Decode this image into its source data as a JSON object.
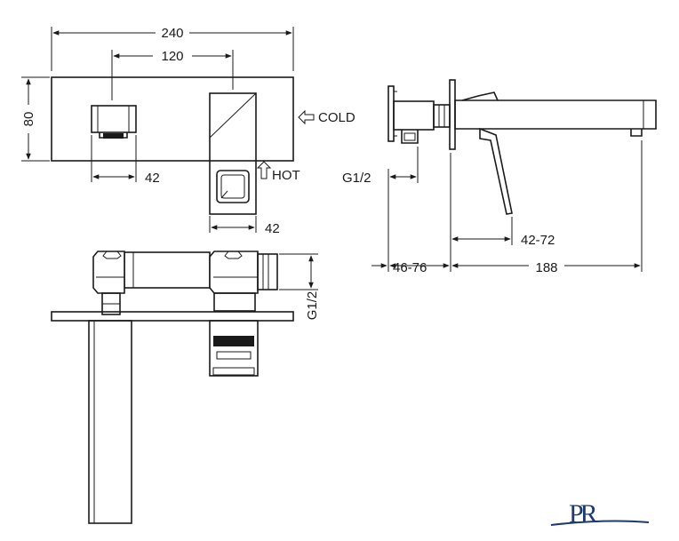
{
  "front_view": {
    "width": "240",
    "handle_spacing": "120",
    "height": "80",
    "inlet_width": "42",
    "spout_width": "42",
    "cold_label": "COLD",
    "hot_label": "HOT"
  },
  "side_view": {
    "thread": "G1/2",
    "depth": "46-76",
    "spout_length": "188",
    "lever_range": "42-72"
  },
  "top_view": {
    "thread": "G1/2"
  },
  "brand": {
    "logo_text": "PR"
  },
  "colors": {
    "line": "#1a1a1a",
    "background": "#ffffff",
    "logo": "#1f3a6e"
  }
}
